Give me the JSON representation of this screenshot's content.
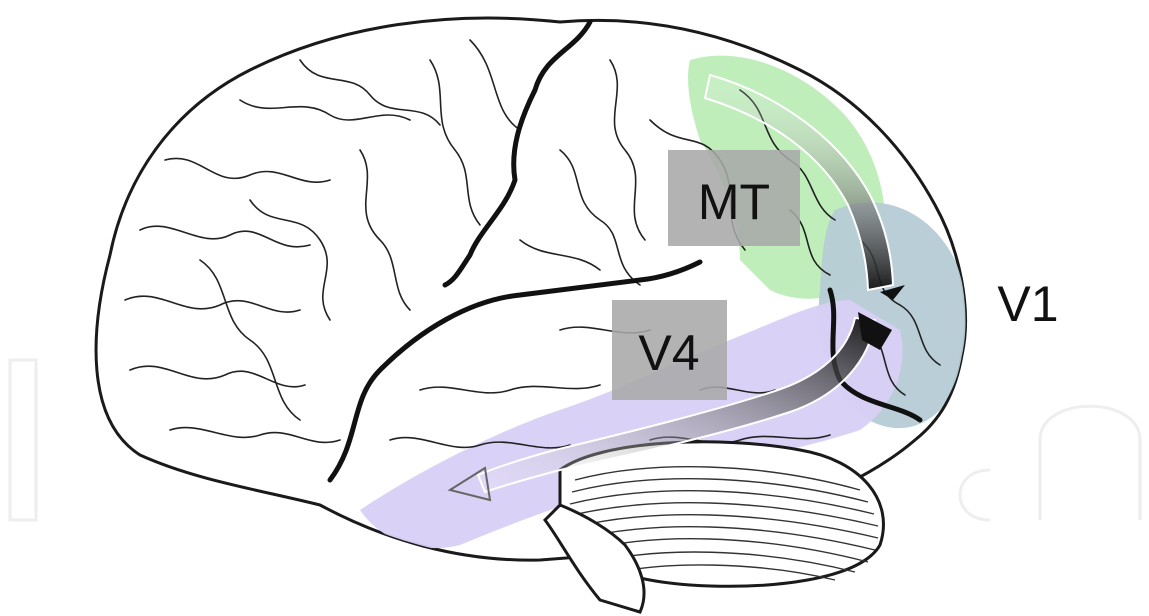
{
  "labels": {
    "mt": "MT",
    "v4": "V4",
    "v1": "V1"
  },
  "colors": {
    "dorsal_stream": "#b8ecb4",
    "ventral_stream": "#d8cff6",
    "v1_area": "#b6cbd6",
    "label_box": "#a8a8a8",
    "outline": "#1a1a1a",
    "arrow": "#2a2a2a"
  },
  "icons": {
    "brain": "brain-lateral-view-illustration",
    "dorsal_arrow": "curved-arrow-icon",
    "ventral_arrow": "curved-arrow-icon"
  }
}
